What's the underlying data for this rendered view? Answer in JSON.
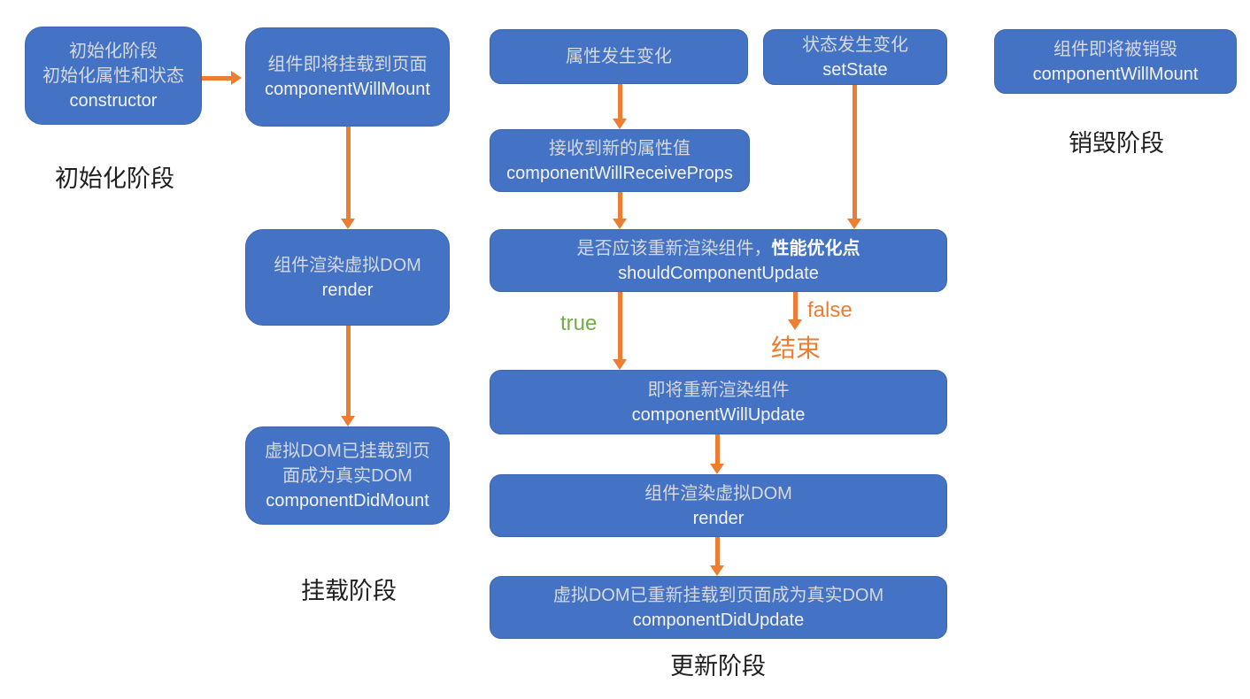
{
  "phases": {
    "init": "初始化阶段",
    "mount": "挂载阶段",
    "update": "更新阶段",
    "unmount": "销毁阶段"
  },
  "nodes": {
    "constructor": {
      "cn1": "初始化阶段",
      "cn2": "初始化属性和状态",
      "en": "constructor"
    },
    "will_mount": {
      "cn1": "组件即将挂载到页面",
      "en": "componentWillMount"
    },
    "render_mount": {
      "cn1": "组件渲染虚拟DOM",
      "en": "render"
    },
    "did_mount": {
      "cn1": "虚拟DOM已挂载到页",
      "cn2": "面成为真实DOM",
      "en": "componentDidMount"
    },
    "props_change": {
      "cn1": "属性发生变化"
    },
    "state_change": {
      "cn1": "状态发生变化",
      "en": "setState"
    },
    "receive_props": {
      "cn1": "接收到新的属性值",
      "en": "componentWillReceiveProps"
    },
    "should_update": {
      "cn1": "是否应该重新渲染组件，",
      "cn1_highlight": "性能优化点",
      "en": "shouldComponentUpdate"
    },
    "will_update": {
      "cn1": "即将重新渲染组件",
      "en": "componentWillUpdate"
    },
    "render_update": {
      "cn1": "组件渲染虚拟DOM",
      "en": "render"
    },
    "did_update": {
      "cn1": "虚拟DOM已重新挂载到页面成为真实DOM",
      "en": "componentDidUpdate"
    },
    "will_unmount": {
      "cn1": "组件即将被销毁",
      "en": "componentWillMount"
    }
  },
  "branches": {
    "true_label": "true",
    "false_label": "false",
    "end_label": "结束"
  },
  "colors": {
    "node_fill": "#4472C4",
    "node_border": "#3C66AE",
    "cn_text": "#D6D9DD",
    "en_text": "#F4F4F4",
    "highlight_text": "#FFFFFF",
    "arrow_orange": "#ED7D31",
    "true_green": "#70AD47",
    "phase_label_text": "#1F1F1F"
  }
}
